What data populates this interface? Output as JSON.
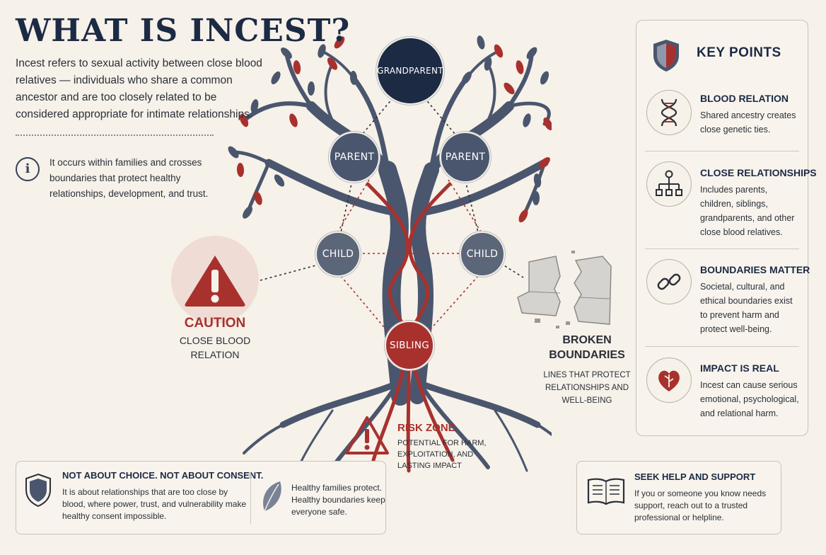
{
  "title": "WHAT IS INCEST?",
  "intro": "Incest refers to sexual activity between close blood relatives — individuals who share a common ancestor and are too closely related to be considered appropriate for intimate relationships.",
  "info_note": "It occurs within families and crosses boundaries that protect healthy relationships, development, and trust.",
  "caution": {
    "title": "CAUTION",
    "subtitle": "CLOSE BLOOD RELATION"
  },
  "tree_nodes": {
    "grandparent": "GRANDPARENT",
    "parent_left": "PARENT",
    "parent_right": "PARENT",
    "child_left": "CHILD",
    "child_right": "CHILD",
    "sibling": "SIBLING"
  },
  "risk_zone": {
    "title": "RISK ZONE",
    "description": "POTENTIAL FOR HARM, EXPLOITATION, AND LASTING IMPACT"
  },
  "broken_boundaries": {
    "title": "BROKEN BOUNDARIES",
    "description": "LINES THAT PROTECT RELATIONSHIPS AND WELL-BEING"
  },
  "key_points": {
    "heading": "KEY POINTS",
    "items": [
      {
        "title": "BLOOD RELATION",
        "description": "Shared ancestry creates close genetic ties.",
        "icon": "dna-icon"
      },
      {
        "title": "CLOSE RELATIONSHIPS",
        "description": "Includes parents, children, siblings, grandparents, and other close blood relatives.",
        "icon": "family-tree-icon"
      },
      {
        "title": "BOUNDARIES MATTER",
        "description": "Societal, cultural, and ethical boundaries exist to prevent harm and protect well-being.",
        "icon": "broken-chain-icon"
      },
      {
        "title": "IMPACT IS REAL",
        "description": "Incest can cause serious emotional, psychological, and relational harm.",
        "icon": "heart-icon"
      }
    ]
  },
  "consent_box": {
    "title": "NOT ABOUT CHOICE. NOT ABOUT CONSENT.",
    "description": "It is about relationships that are too close by blood, where power, trust, and vulnerability make healthy consent impossible.",
    "side_note": "Healthy families protect. Healthy boundaries keep everyone safe."
  },
  "help_box": {
    "title": "SEEK HELP AND SUPPORT",
    "description": "If you or someone you know needs support, reach out to a trusted professional or helpline."
  },
  "colors": {
    "navy": "#1c2a44",
    "slate": "#4a566d",
    "red": "#a8312e",
    "background": "#f6f1e9"
  }
}
